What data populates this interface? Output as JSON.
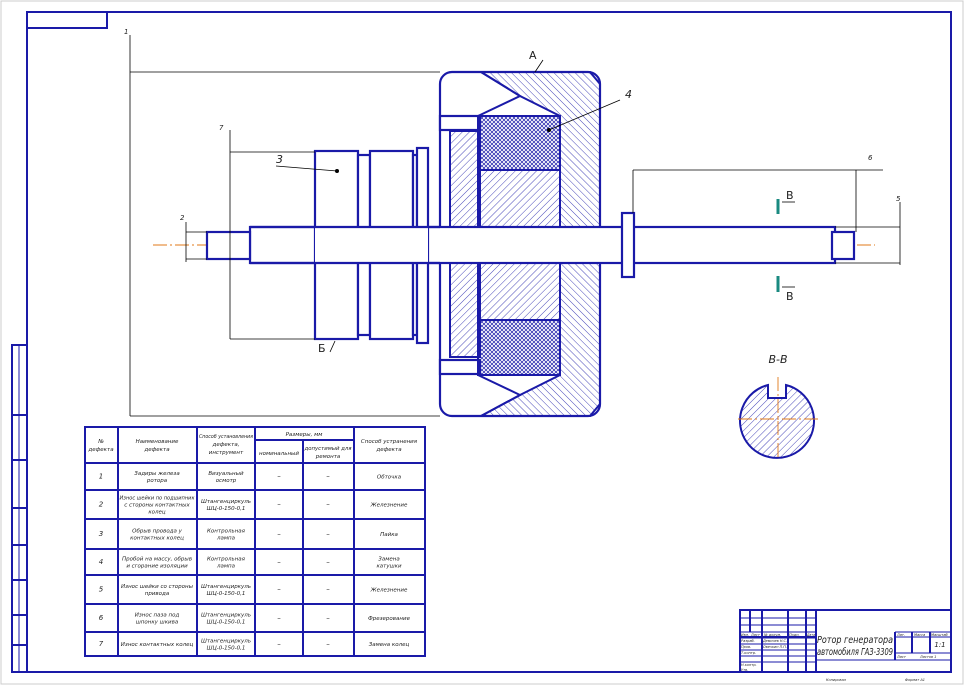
{
  "drawing": {
    "labels": {
      "A": "А",
      "B_letter": "Б",
      "section_mark_top": "В",
      "section_mark_bottom": "В",
      "section_title": "В-В"
    },
    "callouts": {
      "c1": "1",
      "c2": "2",
      "c3": "3",
      "c4": "4",
      "c5": "5",
      "c6": "6",
      "c7": "7"
    }
  },
  "table": {
    "headers": {
      "num": [
        "№",
        "дефекта"
      ],
      "name": [
        "Наименование",
        "дефекта"
      ],
      "detect": [
        "Способ установления",
        "дефекта,",
        "инструмент"
      ],
      "sizes": "Размеры, мм",
      "nominal": "номинальный",
      "allowed": [
        "допустимый для",
        "ремонта"
      ],
      "repair": [
        "Способ устранения",
        "дефекта"
      ]
    },
    "rows": [
      {
        "num": "1",
        "name": [
          "Задиры железа",
          "ротора"
        ],
        "detect": [
          "Визуальный",
          "осмотр"
        ],
        "nominal": "–",
        "allowed": "–",
        "repair": [
          "Обточка"
        ]
      },
      {
        "num": "2",
        "name": [
          "Износ шейки по подшипник",
          "с стороны контактных",
          "колец"
        ],
        "detect": [
          "Штангенциркуль",
          "ШЦ-0-150-0,1"
        ],
        "nominal": "–",
        "allowed": "–",
        "repair": [
          "Железнение"
        ]
      },
      {
        "num": "3",
        "name": [
          "Обрыв провода у",
          "контактных колец"
        ],
        "detect": [
          "Контрольная",
          "лампа"
        ],
        "nominal": "–",
        "allowed": "–",
        "repair": [
          "Пайка"
        ]
      },
      {
        "num": "4",
        "name": [
          "Пробой на массу, обрыв",
          "и сгорание изоляции"
        ],
        "detect": [
          "Контрольная",
          "лампа"
        ],
        "nominal": "–",
        "allowed": "–",
        "repair": [
          "Замена",
          "катушки"
        ]
      },
      {
        "num": "5",
        "name": [
          "Износ шейки со стороны",
          "привода"
        ],
        "detect": [
          "Штангенциркуль",
          "ШЦ-0-150-0,1"
        ],
        "nominal": "–",
        "allowed": "–",
        "repair": [
          "Железнение"
        ]
      },
      {
        "num": "6",
        "name": [
          "Износ паза под",
          "шпонку шкива"
        ],
        "detect": [
          "Штангенциркуль",
          "ШЦ-0-150-0,1"
        ],
        "nominal": "–",
        "allowed": "–",
        "repair": [
          "Фрезерование"
        ]
      },
      {
        "num": "7",
        "name": [
          "Износ контактных колец"
        ],
        "detect": [
          "Штангенциркуль",
          "ШЦ-0-150-0,1"
        ],
        "nominal": "–",
        "allowed": "–",
        "repair": [
          "Замена колец"
        ]
      }
    ]
  },
  "title_block": {
    "title": [
      "Ротор генератора",
      "автомобиля ГАЗ-3309"
    ],
    "col_heads": [
      "Изм.",
      "Лист",
      "№ докум.",
      "Подп.",
      "Дата"
    ],
    "roles": [
      "Разраб.",
      "Пров.",
      "Т.контр.",
      "Н.контр.",
      "Утв."
    ],
    "names": [
      "Демичев Н.С.",
      "Овечкин П.П."
    ],
    "right_heads": [
      "Лит.",
      "Масса",
      "Масштаб"
    ],
    "scale": "1:1",
    "sheet": "Лист",
    "sheets": "Листов 1",
    "copied": "Копировал",
    "format": "Формат   А1"
  }
}
